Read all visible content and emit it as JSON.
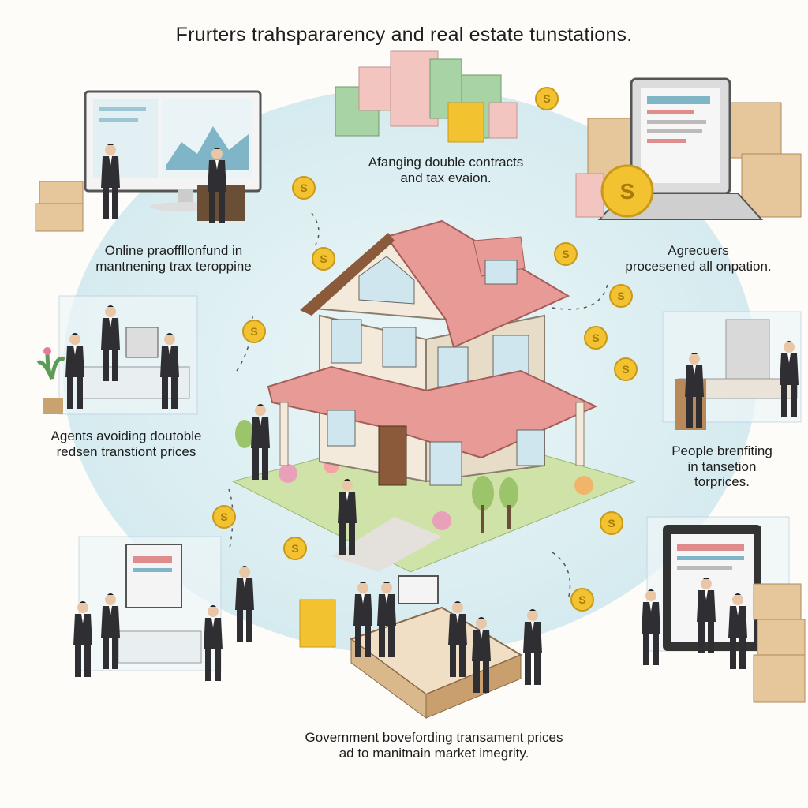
{
  "title": "Frurters trahspararency and real estate tunstations.",
  "labels": {
    "top_center": [
      "Afanging double contracts",
      "and tax evaion."
    ],
    "top_left": [
      "Online praoffllonfund in",
      "mantnening trax teroppine"
    ],
    "top_right": [
      "Agrecuers",
      "procesened all onpation."
    ],
    "mid_left": [
      "Agents avoiding doutoble",
      "redsen transtiont prices"
    ],
    "mid_right": [
      "People brenfiting",
      "in tansetion",
      "torprices."
    ],
    "bottom": [
      "Government bovefording transament prices",
      "ad to manitnain market imegrity."
    ]
  },
  "icons": [
    "coin-icon",
    "house-illustration",
    "monitor-icon",
    "laptop-icon",
    "money-stack-icon",
    "box-icon",
    "person-figure",
    "plant-icon",
    "desk-icon"
  ],
  "colors": {
    "sky_circle": "#d8eef3",
    "roof": "#e89a96",
    "wall": "#f3eadb",
    "coin": "#f2c230",
    "suit": "#2f2f33",
    "wood": "#d9b98c",
    "money_green": "#a8d3a4",
    "money_pink": "#f3c5c0"
  }
}
